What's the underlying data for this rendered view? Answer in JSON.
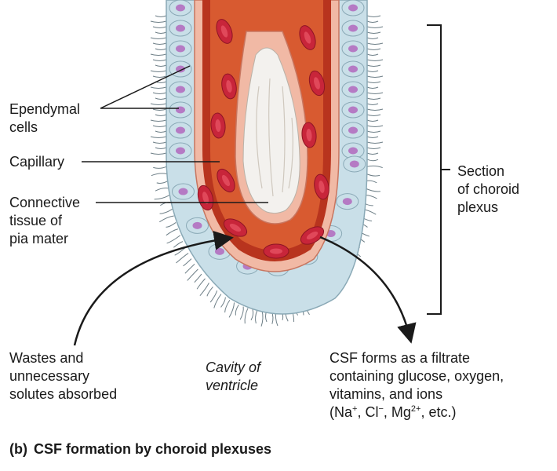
{
  "labels": {
    "ependymal": [
      "Ependymal",
      "cells"
    ],
    "capillary": [
      "Capillary"
    ],
    "connective": [
      "Connective",
      "tissue of",
      "pia mater"
    ],
    "section": [
      "Section",
      "of choroid",
      "plexus"
    ],
    "wastes": [
      "Wastes and",
      "unnecessary",
      "solutes absorbed"
    ],
    "cavity": [
      "Cavity of",
      "ventricle"
    ],
    "csf": [
      "CSF forms as a filtrate",
      "containing glucose, oxygen,",
      "vitamins, and ions"
    ],
    "ions": {
      "open": "(Na",
      "na_sup": "+",
      "cl": ", Cl",
      "cl_sup": "−",
      "mg": ", Mg",
      "mg_sup": "2+",
      "close": ", etc.)"
    }
  },
  "caption": {
    "letter": "(b)",
    "text": "CSF formation by choroid plexuses"
  },
  "colors": {
    "capillary_outer": "#b8341e",
    "capillary_inner": "#d85a30",
    "connective": "#f3f1ee",
    "cell": "#c9dfe8",
    "nucleus": "#b57ac4",
    "rbc": "#c8253a",
    "sheath": "#f1b9a5"
  }
}
